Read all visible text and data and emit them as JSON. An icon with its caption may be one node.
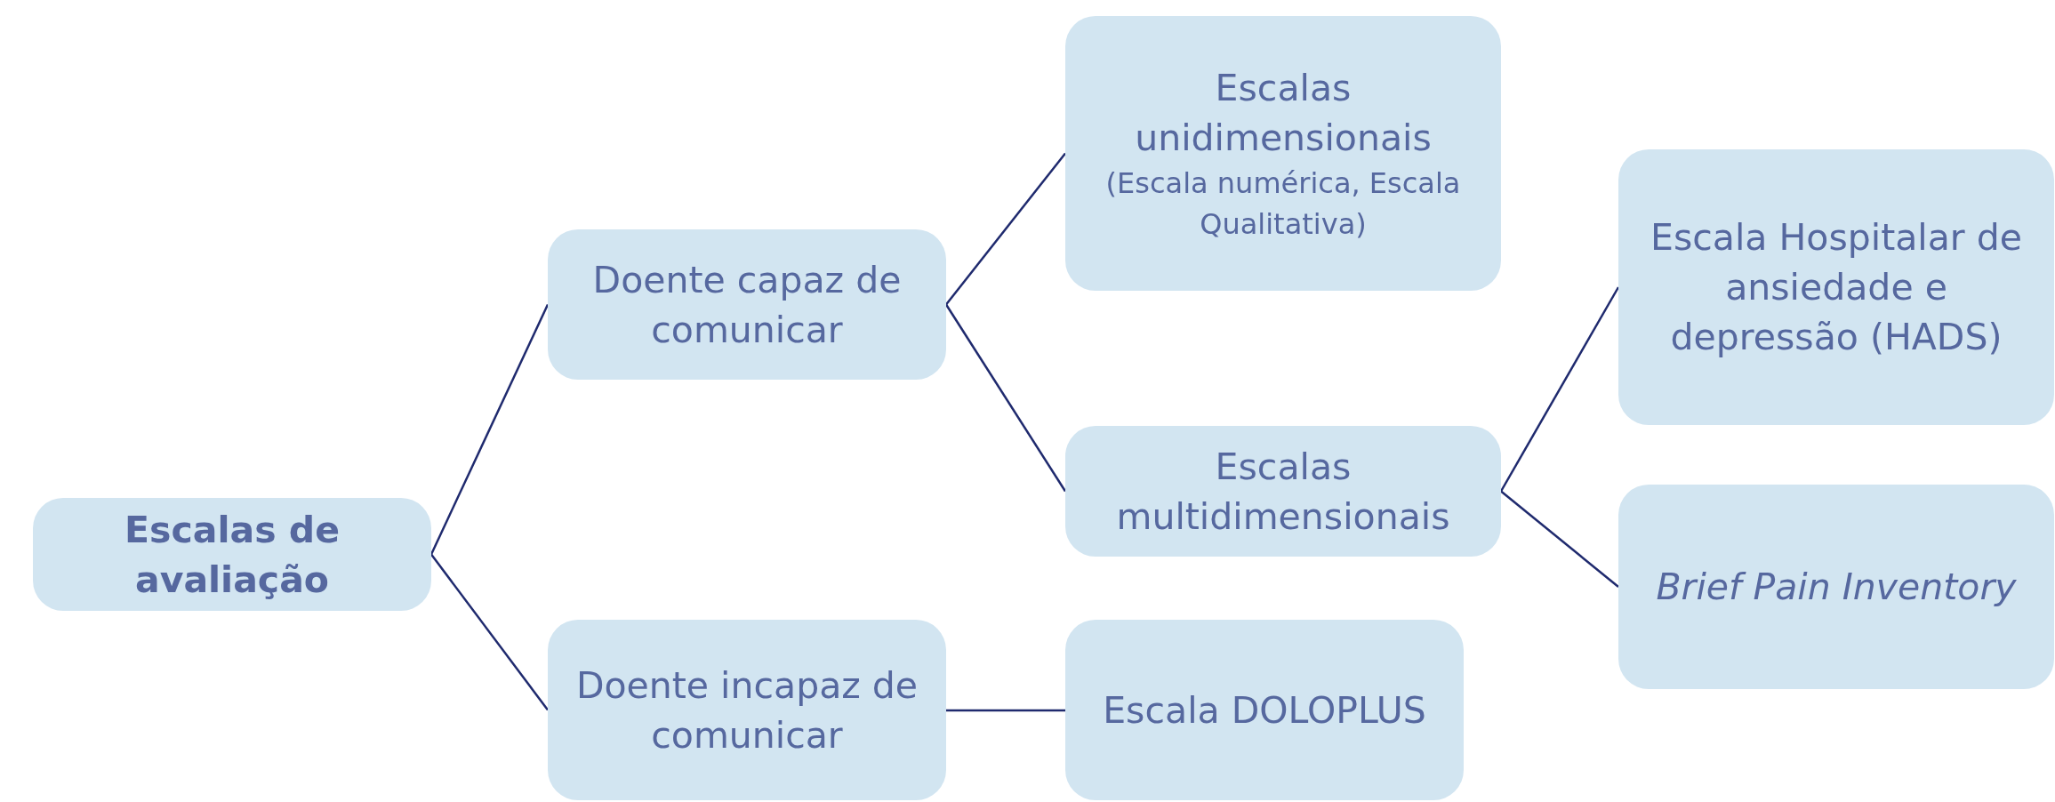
{
  "diagram": {
    "nodes": [
      {
        "text": [
          "Escalas de avaliação"
        ]
      },
      {
        "text": [
          "Doente capaz de comunicar"
        ]
      },
      {
        "text": [
          "Doente incapaz de comunicar"
        ]
      },
      {
        "text": [
          "Escalas unidimensionais",
          "(Escala numérica, Escala Qualitativa)"
        ]
      },
      {
        "text": [
          "Escalas multidimensionais"
        ]
      },
      {
        "text": [
          "Escala DOLOPLUS"
        ]
      },
      {
        "text": [
          "Escala Hospitalar de ansiedade e depressão (HADS)"
        ]
      },
      {
        "text": [
          "Brief Pain Inventory"
        ]
      }
    ],
    "edges": [
      {
        "from": 0,
        "to": 1,
        "arrow": "none"
      },
      {
        "from": 0,
        "to": 2,
        "arrow": "none"
      },
      {
        "from": 1,
        "to": 3,
        "arrow": "none"
      },
      {
        "from": 1,
        "to": 4,
        "arrow": "none"
      },
      {
        "from": 2,
        "to": 5,
        "arrow": "none"
      },
      {
        "from": 4,
        "to": 6,
        "arrow": "none"
      },
      {
        "from": 4,
        "to": 7,
        "arrow": "none"
      }
    ]
  }
}
